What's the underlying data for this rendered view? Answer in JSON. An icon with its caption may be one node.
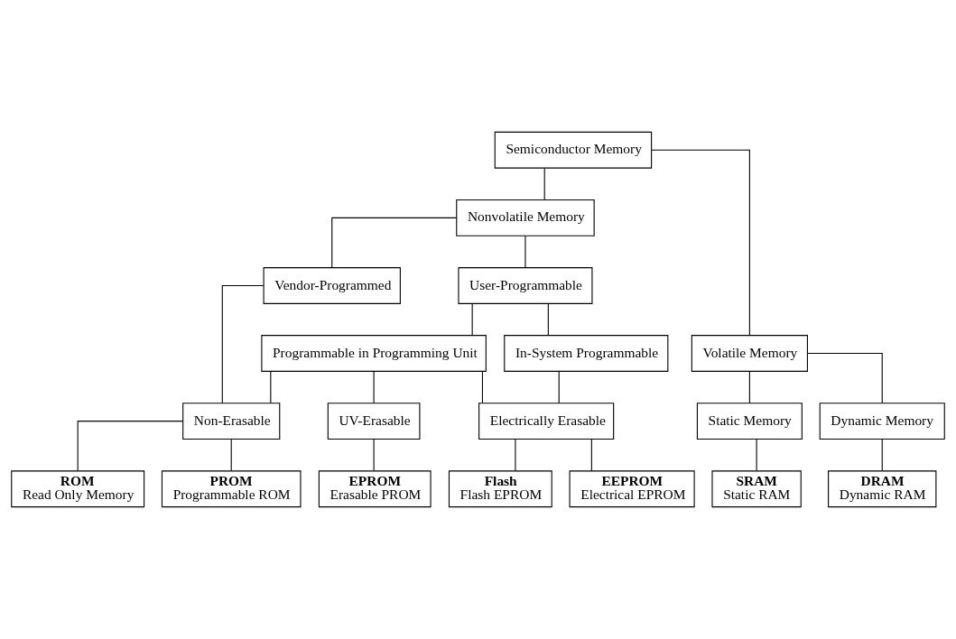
{
  "diagram": {
    "nodes": [
      {
        "text": [
          "Semiconductor Memory"
        ]
      },
      {
        "text": [
          "Nonvolatile Memory"
        ]
      },
      {
        "text": [
          "Volatile Memory"
        ]
      },
      {
        "text": [
          "Vendor-Programmed"
        ]
      },
      {
        "text": [
          "User-Programmable"
        ]
      },
      {
        "text": [
          "Programmable in Programming Unit"
        ]
      },
      {
        "text": [
          "In-System Programmable"
        ]
      },
      {
        "text": [
          "Static Memory"
        ]
      },
      {
        "text": [
          "Dynamic Memory"
        ]
      },
      {
        "text": [
          "Non-Erasable"
        ]
      },
      {
        "text": [
          "UV-Erasable"
        ]
      },
      {
        "text": [
          "Electrically Erasable"
        ]
      },
      {
        "text": [
          "ROM",
          "Read Only Memory"
        ]
      },
      {
        "text": [
          "PROM",
          "Programmable ROM"
        ]
      },
      {
        "text": [
          "EPROM",
          "Erasable PROM"
        ]
      },
      {
        "text": [
          "Flash",
          "Flash EPROM"
        ]
      },
      {
        "text": [
          "EEPROM",
          "Electrical EPROM"
        ]
      },
      {
        "text": [
          "SRAM",
          "Static RAM"
        ]
      },
      {
        "text": [
          "DRAM",
          "Dynamic RAM"
        ]
      }
    ],
    "edges": [
      {
        "from": 0,
        "to": 1,
        "arrow": "none"
      },
      {
        "from": 0,
        "to": 2,
        "arrow": "none"
      },
      {
        "from": 1,
        "to": 3,
        "arrow": "none"
      },
      {
        "from": 1,
        "to": 4,
        "arrow": "none"
      },
      {
        "from": 4,
        "to": 5,
        "arrow": "none"
      },
      {
        "from": 4,
        "to": 6,
        "arrow": "none"
      },
      {
        "from": 2,
        "to": 7,
        "arrow": "none"
      },
      {
        "from": 2,
        "to": 8,
        "arrow": "none"
      },
      {
        "from": 3,
        "to": 9,
        "arrow": "none"
      },
      {
        "from": 5,
        "to": 9,
        "arrow": "none"
      },
      {
        "from": 5,
        "to": 10,
        "arrow": "none"
      },
      {
        "from": 5,
        "to": 11,
        "arrow": "none"
      },
      {
        "from": 6,
        "to": 11,
        "arrow": "none"
      },
      {
        "from": 9,
        "to": 12,
        "arrow": "none"
      },
      {
        "from": 9,
        "to": 13,
        "arrow": "none"
      },
      {
        "from": 10,
        "to": 14,
        "arrow": "none"
      },
      {
        "from": 11,
        "to": 15,
        "arrow": "none"
      },
      {
        "from": 11,
        "to": 16,
        "arrow": "none"
      },
      {
        "from": 7,
        "to": 17,
        "arrow": "none"
      },
      {
        "from": 8,
        "to": 18,
        "arrow": "none"
      }
    ]
  }
}
